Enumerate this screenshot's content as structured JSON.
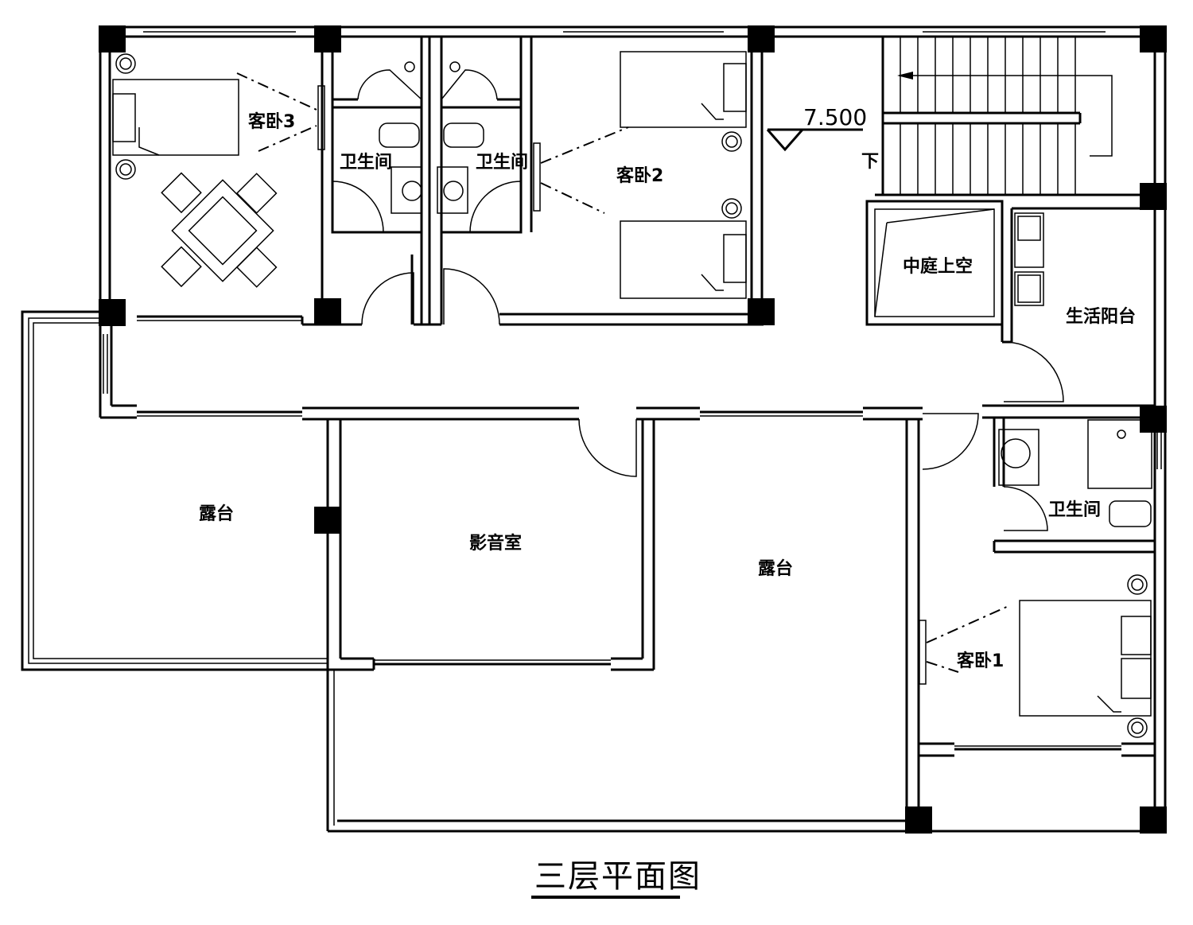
{
  "rooms": {
    "guest_bedroom_3": "客卧3",
    "bathroom_left": "卫生间",
    "bathroom_mid": "卫生间",
    "guest_bedroom_2": "客卧2",
    "atrium_void": "中庭上空",
    "utility_balcony": "生活阳台",
    "terrace_left": "露台",
    "av_room": "影音室",
    "terrace_center": "露台",
    "bathroom_right": "卫生间",
    "guest_bedroom_1": "客卧1"
  },
  "stairs": {
    "down_label": "下"
  },
  "elevation": {
    "value": "7.500"
  },
  "caption": {
    "title": "三层平面图"
  }
}
